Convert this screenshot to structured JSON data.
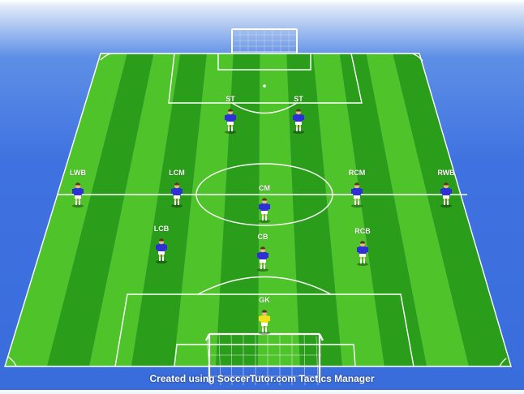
{
  "credit_text": "Created using SoccerTutor.com Tactics Manager",
  "colors": {
    "pitch_light": "#4fc42a",
    "pitch_dark": "#2a9e1a",
    "line": "#ffffff",
    "outfield_shirt": "#2f2fd6",
    "goalkeeper_shirt": "#f2e11a",
    "shorts": "#ffffff"
  },
  "players": [
    {
      "label": "ST",
      "role": "outfield"
    },
    {
      "label": "ST",
      "role": "outfield"
    },
    {
      "label": "LWB",
      "role": "outfield"
    },
    {
      "label": "LCM",
      "role": "outfield"
    },
    {
      "label": "CM",
      "role": "outfield"
    },
    {
      "label": "RCM",
      "role": "outfield"
    },
    {
      "label": "RWB",
      "role": "outfield"
    },
    {
      "label": "LCB",
      "role": "outfield"
    },
    {
      "label": "CB",
      "role": "outfield"
    },
    {
      "label": "RCB",
      "role": "outfield"
    },
    {
      "label": "GK",
      "role": "goalkeeper"
    }
  ]
}
